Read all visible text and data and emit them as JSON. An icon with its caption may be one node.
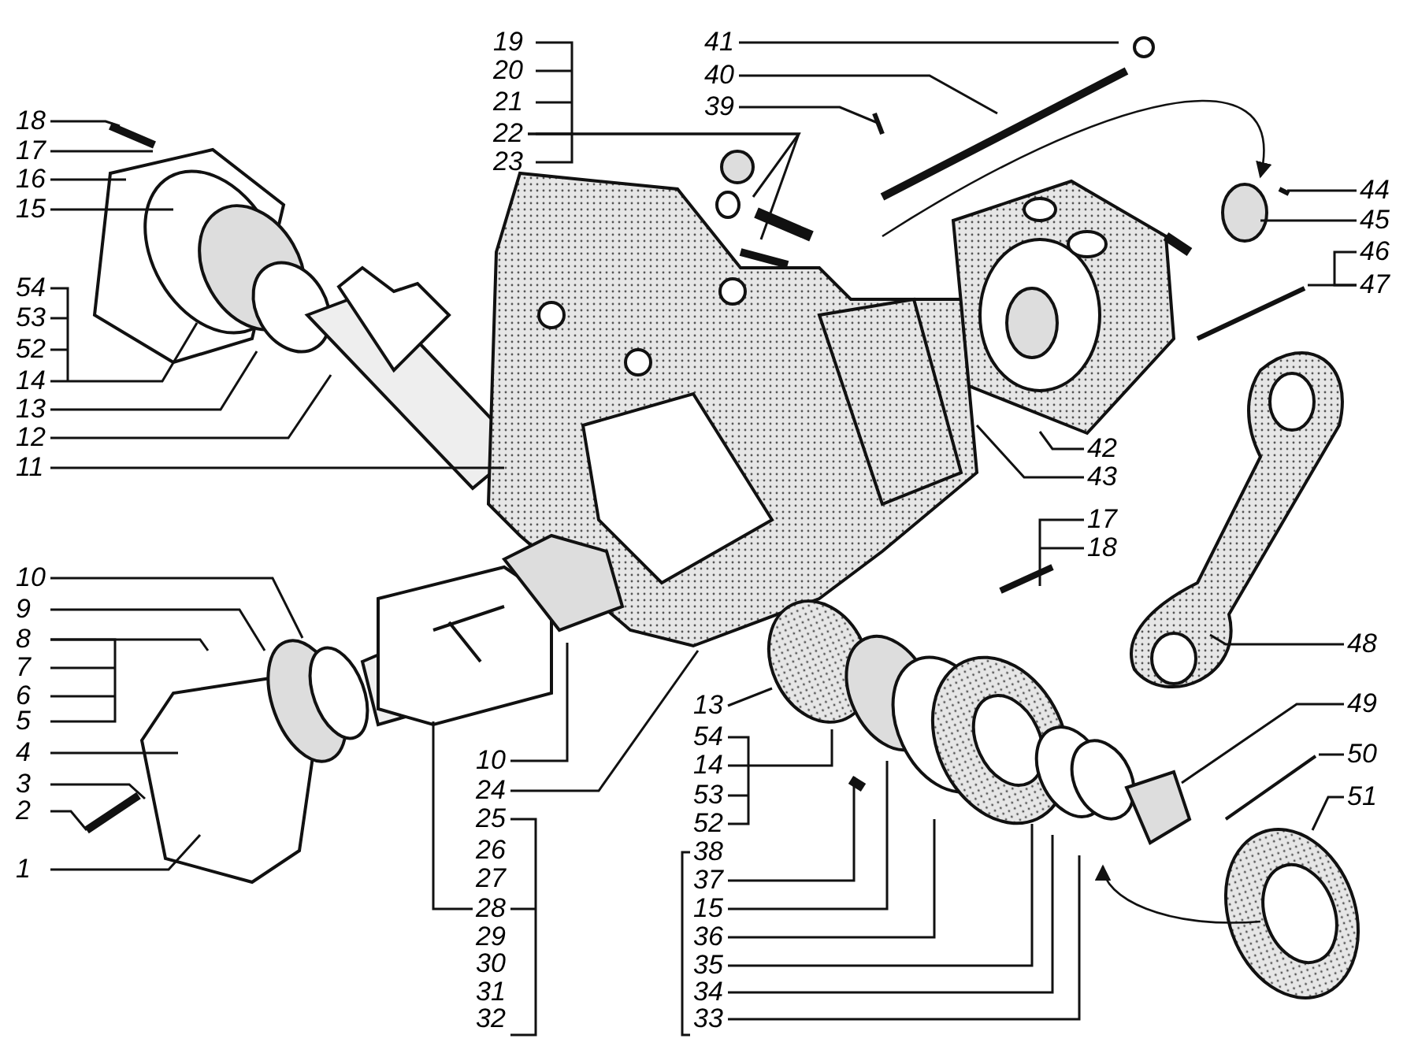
{
  "diagram": {
    "nodes": [
      {
        "text": [
          "18"
        ]
      },
      {
        "text": [
          "17"
        ]
      },
      {
        "text": [
          "16"
        ]
      },
      {
        "text": [
          "15"
        ]
      },
      {
        "text": [
          "14"
        ]
      },
      {
        "text": [
          "13"
        ]
      },
      {
        "text": [
          "12"
        ]
      },
      {
        "text": [
          "11"
        ]
      },
      {
        "text": [
          "22"
        ]
      },
      {
        "text": [
          "41"
        ]
      },
      {
        "text": [
          "40"
        ]
      },
      {
        "text": [
          "39"
        ]
      },
      {
        "text": [
          "44"
        ]
      },
      {
        "text": [
          "45"
        ]
      },
      {
        "text": [
          "47"
        ]
      },
      {
        "text": [
          "42"
        ]
      },
      {
        "text": [
          "43"
        ]
      },
      {
        "text": [
          "17"
        ]
      },
      {
        "text": [
          "18"
        ]
      },
      {
        "text": [
          "48"
        ]
      },
      {
        "text": [
          "49"
        ]
      },
      {
        "text": [
          "50"
        ]
      },
      {
        "text": [
          "51"
        ]
      },
      {
        "text": [
          "10"
        ]
      },
      {
        "text": [
          "9"
        ]
      },
      {
        "text": [
          "8"
        ]
      },
      {
        "text": [
          "4"
        ]
      },
      {
        "text": [
          "3"
        ]
      },
      {
        "text": [
          "2"
        ]
      },
      {
        "text": [
          "1"
        ]
      },
      {
        "text": [
          "10"
        ]
      },
      {
        "text": [
          "24"
        ]
      },
      {
        "text": [
          "28"
        ]
      },
      {
        "text": [
          "13"
        ]
      },
      {
        "text": [
          "14"
        ]
      },
      {
        "text": [
          "37"
        ]
      },
      {
        "text": [
          "15"
        ]
      },
      {
        "text": [
          "36"
        ]
      },
      {
        "text": [
          "35"
        ]
      },
      {
        "text": [
          "34"
        ]
      },
      {
        "text": [
          "33"
        ]
      }
    ],
    "edges": [
      {
        "from": 0,
        "to": null,
        "arrow": "none"
      },
      {
        "from": 1,
        "to": null,
        "arrow": "none"
      },
      {
        "from": 2,
        "to": null,
        "arrow": "none"
      },
      {
        "from": 3,
        "to": null,
        "arrow": "none"
      },
      {
        "from": 4,
        "to": null,
        "arrow": "none"
      },
      {
        "from": 5,
        "to": null,
        "arrow": "none"
      },
      {
        "from": 6,
        "to": null,
        "arrow": "none"
      },
      {
        "from": 7,
        "to": null,
        "arrow": "none"
      },
      {
        "from": 8,
        "to": null,
        "arrow": "none"
      },
      {
        "from": 9,
        "to": null,
        "arrow": "none"
      },
      {
        "from": 10,
        "to": null,
        "arrow": "none"
      },
      {
        "from": 11,
        "to": null,
        "arrow": "none"
      },
      {
        "from": 12,
        "to": null,
        "arrow": "none"
      },
      {
        "from": 13,
        "to": null,
        "arrow": "none"
      },
      {
        "from": 14,
        "to": null,
        "arrow": "none"
      },
      {
        "from": 15,
        "to": null,
        "arrow": "none"
      },
      {
        "from": 16,
        "to": null,
        "arrow": "none"
      },
      {
        "from": 17,
        "to": null,
        "arrow": "none"
      },
      {
        "from": 18,
        "to": null,
        "arrow": "none"
      },
      {
        "from": 19,
        "to": null,
        "arrow": "none"
      },
      {
        "from": 20,
        "to": null,
        "arrow": "none"
      },
      {
        "from": 21,
        "to": null,
        "arrow": "none"
      },
      {
        "from": 22,
        "to": null,
        "arrow": "none"
      },
      {
        "from": 23,
        "to": null,
        "arrow": "none"
      },
      {
        "from": 24,
        "to": null,
        "arrow": "none"
      },
      {
        "from": 25,
        "to": null,
        "arrow": "none"
      },
      {
        "from": 26,
        "to": null,
        "arrow": "none"
      },
      {
        "from": 27,
        "to": null,
        "arrow": "none"
      },
      {
        "from": 28,
        "to": null,
        "arrow": "none"
      },
      {
        "from": 29,
        "to": null,
        "arrow": "none"
      },
      {
        "from": 30,
        "to": null,
        "arrow": "none"
      },
      {
        "from": 31,
        "to": null,
        "arrow": "none"
      },
      {
        "from": 32,
        "to": null,
        "arrow": "none"
      },
      {
        "from": 33,
        "to": null,
        "arrow": "none"
      },
      {
        "from": 34,
        "to": null,
        "arrow": "none"
      },
      {
        "from": 35,
        "to": null,
        "arrow": "none"
      },
      {
        "from": 36,
        "to": null,
        "arrow": "none"
      },
      {
        "from": 37,
        "to": null,
        "arrow": "none"
      },
      {
        "from": 38,
        "to": null,
        "arrow": "none"
      },
      {
        "from": 39,
        "to": null,
        "arrow": "none"
      },
      {
        "from": 40,
        "to": null,
        "arrow": "none"
      },
      {
        "from": 8,
        "to": null,
        "arrow": "none"
      }
    ],
    "labels": [
      "19",
      "20",
      "21",
      "23",
      "54",
      "53",
      "52",
      "46",
      "7",
      "6",
      "5",
      "54",
      "53",
      "52",
      "25",
      "26",
      "27",
      "38",
      "29",
      "30",
      "31",
      "32"
    ]
  }
}
